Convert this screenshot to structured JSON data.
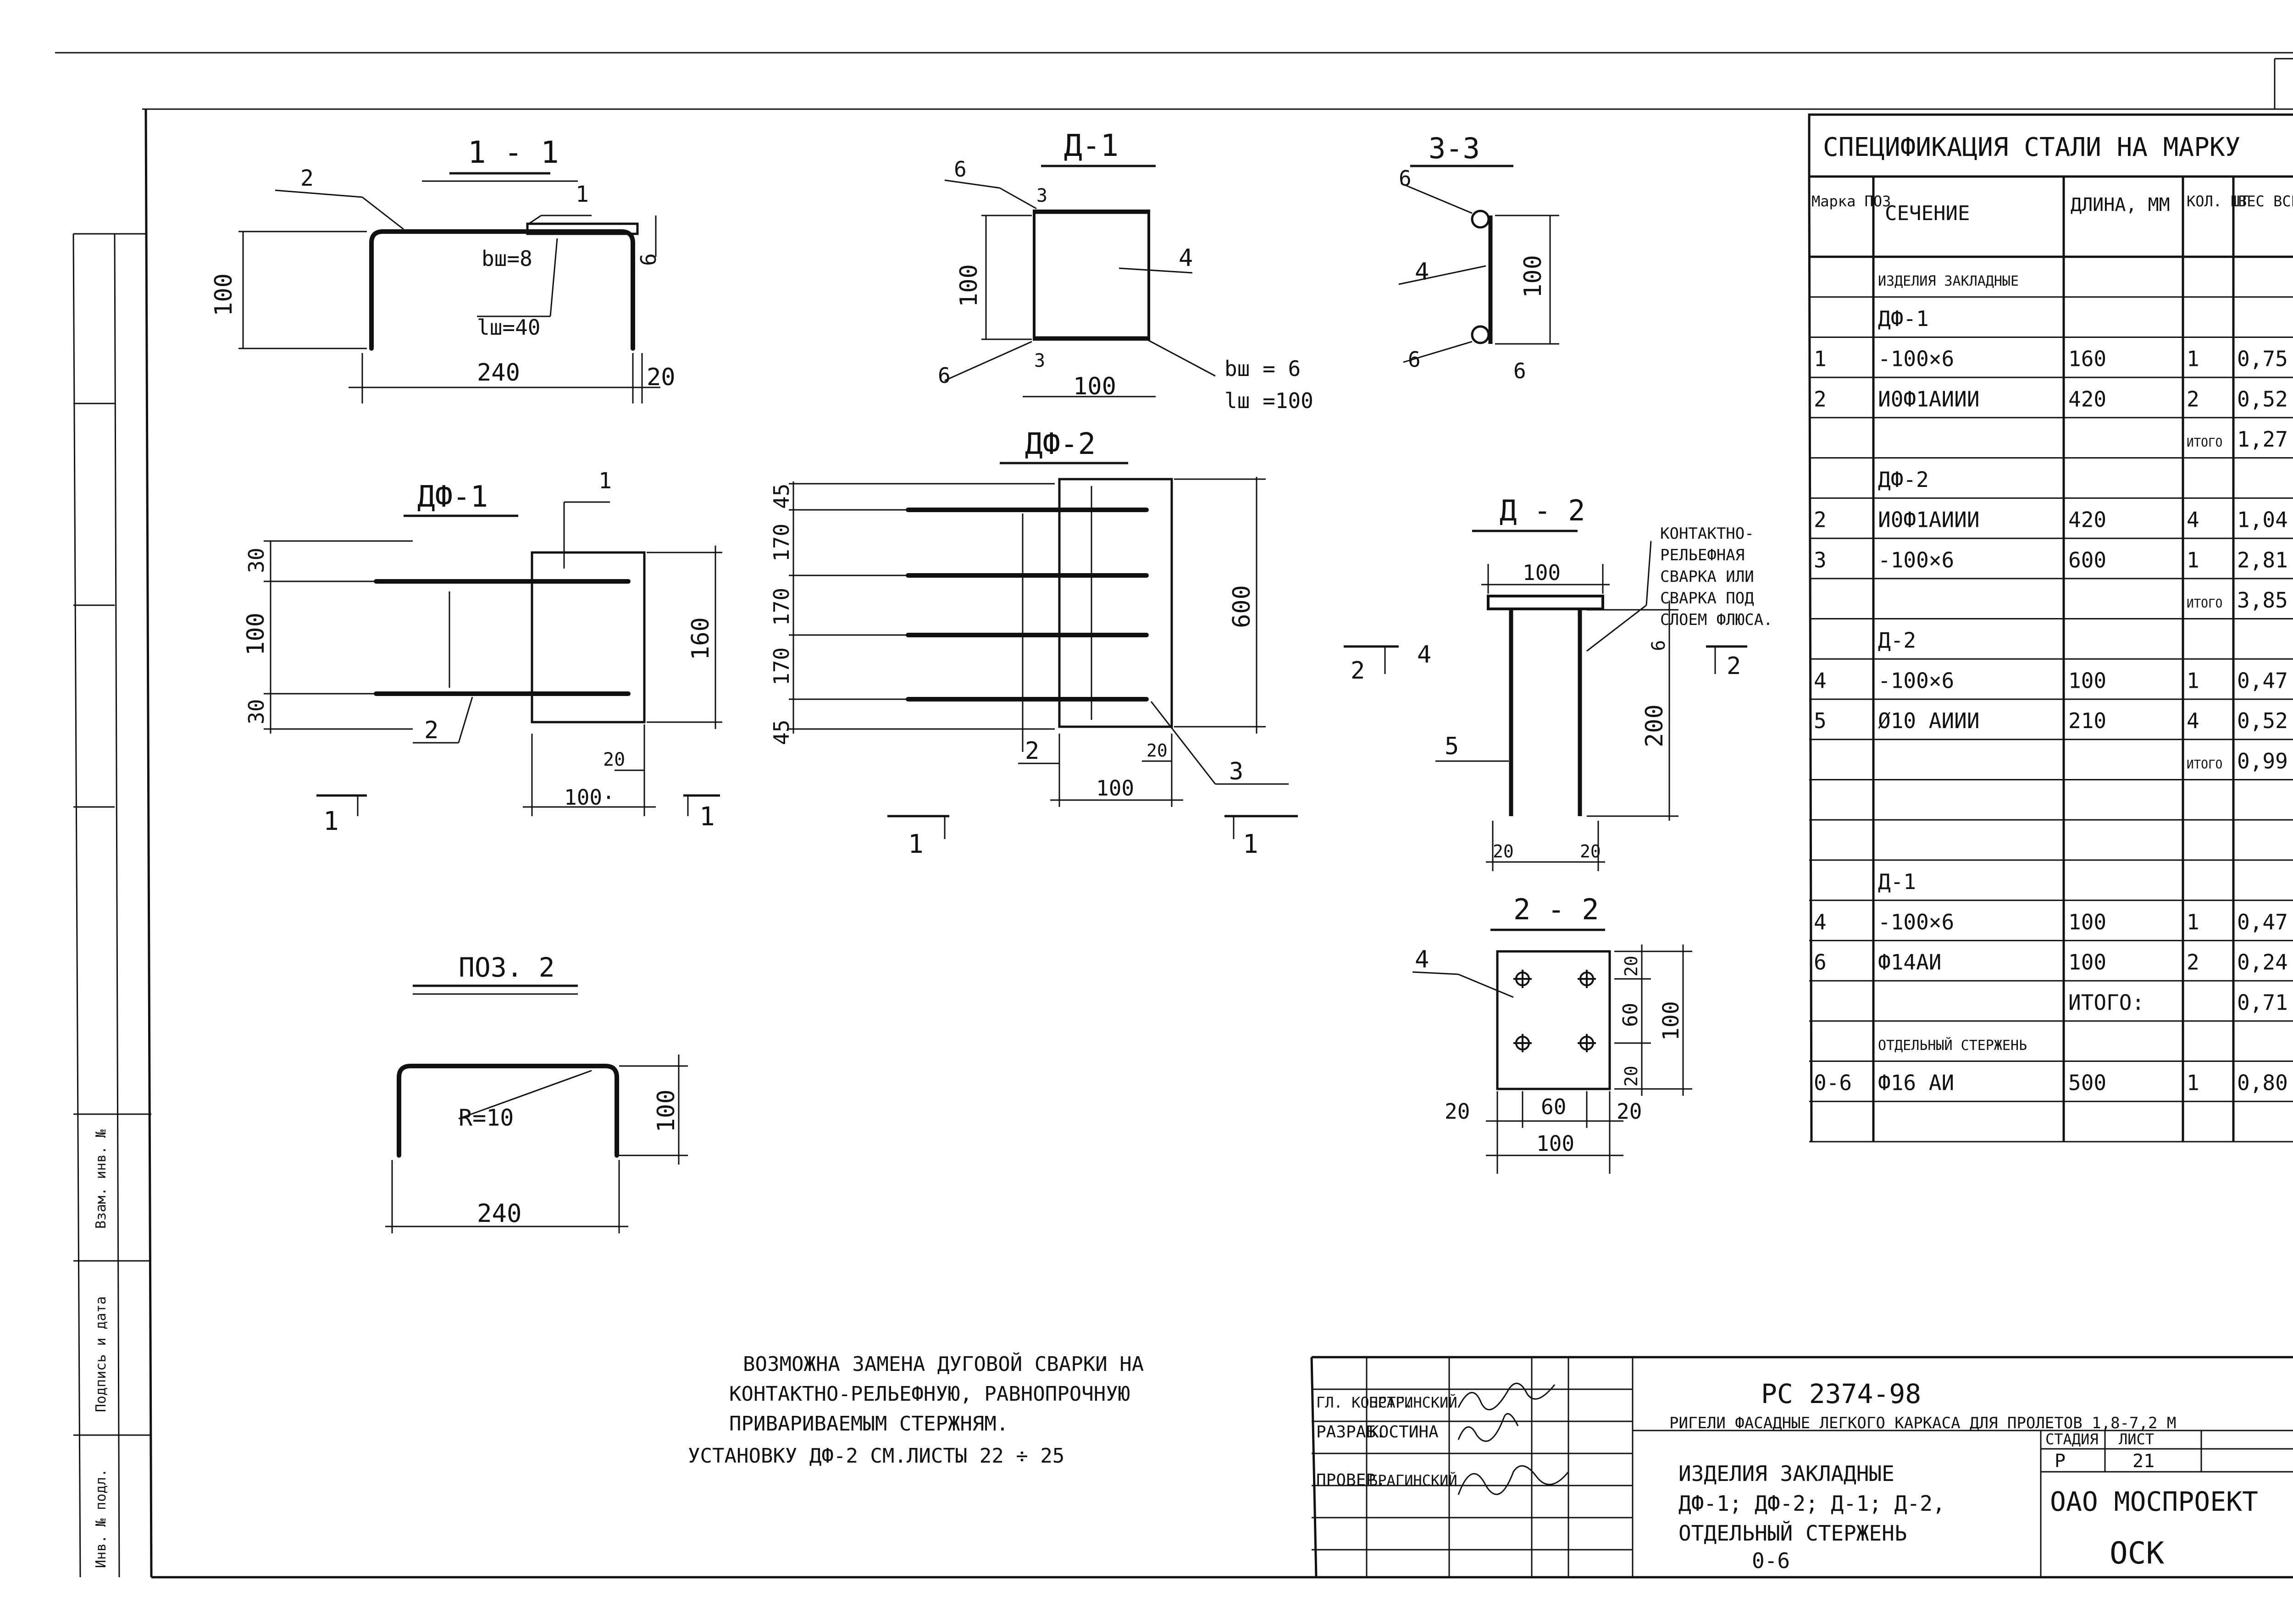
{
  "sections": {
    "s11": {
      "title": "1 - 1",
      "pos_left": "2",
      "pos_right": "1",
      "weld1": "bш=8",
      "weld2": "lш=40",
      "d_height": "100",
      "d_width": "240",
      "d_end": "20",
      "d_small": "6"
    },
    "sd1": {
      "title": "Д-1",
      "pos6a": "6",
      "pos6b": "6",
      "pos3a": "3",
      "pos3b": "3",
      "pos4": "4",
      "d_height": "100",
      "d_width": "100",
      "weld1": "bш = 6",
      "weld2": "lш =100"
    },
    "s33": {
      "title": "3-3",
      "pos6a": "6",
      "pos6b": "6",
      "pos4": "4",
      "d_height": "100",
      "d_gap": "6"
    },
    "df1": {
      "title": "ДФ-1",
      "pos1": "1",
      "pos2": "2",
      "d_top": "30",
      "d_mid": "100",
      "d_bot": "30",
      "d_plate": "160",
      "d_end": "20",
      "d_width": "100·",
      "sec_left": "1",
      "sec_right": "1"
    },
    "df2": {
      "title": "ДФ-2",
      "d45a": "45",
      "d170a": "170",
      "d170b": "170",
      "d170c": "170",
      "d45b": "45",
      "d_plate": "600",
      "d_end": "20",
      "d_width": "100",
      "pos2": "2",
      "pos3": "3",
      "sec_left": "1",
      "sec_right": "1"
    },
    "d2": {
      "title": "Д - 2",
      "d_width": "100",
      "d_height": "200",
      "d_plate": "6",
      "d20a": "20",
      "d20b": "20",
      "pos4": "4",
      "pos5": "5",
      "sec_left": "2",
      "sec_right": "2",
      "note": [
        "КОНТАКТНО-",
        "РЕЛЬЕФНАЯ",
        "СВАРКА ИЛИ",
        "СВАРКА ПОД",
        "СЛОЕМ ФЛЮСА."
      ]
    },
    "s22": {
      "title": "2 - 2",
      "pos4": "4",
      "d20t": "20",
      "d60v": "60",
      "d100v": "100",
      "d20b": "20",
      "d20l": "20",
      "d60h": "60",
      "d20r": "20",
      "d100h": "100"
    },
    "poz2": {
      "title": "ПОЗ. 2",
      "radius": "R=10",
      "d_height": "100",
      "d_width": "240"
    }
  },
  "spec": {
    "title": "СПЕЦИФИКАЦИЯ СТАЛИ НА МАРКУ",
    "headers": [
      "Марка ПОЗ",
      "СЕЧЕНИЕ",
      "ДЛИНА, ММ",
      "КОЛ. ШТ",
      "ВЕС ВСЕХ, КГ"
    ],
    "rows": [
      [
        "",
        "ИЗДЕЛИЯ ЗАКЛАДНЫЕ",
        "",
        "",
        ""
      ],
      [
        "",
        "ДФ-1",
        "",
        "",
        ""
      ],
      [
        "1",
        "-100×6",
        "160",
        "1",
        "0,75"
      ],
      [
        "2",
        "И0Ф1АИИИ",
        "420",
        "2",
        "0,52"
      ],
      [
        "",
        "",
        "",
        "ИТОГО",
        "1,27"
      ],
      [
        "",
        "ДФ-2",
        "",
        "",
        ""
      ],
      [
        "2",
        "И0Ф1АИИИ",
        "420",
        "4",
        "1,04"
      ],
      [
        "3",
        "-100×6",
        "600",
        "1",
        "2,81"
      ],
      [
        "",
        "",
        "",
        "ИТОГО",
        "3,85"
      ],
      [
        "",
        "Д-2",
        "",
        "",
        ""
      ],
      [
        "4",
        "-100×6",
        "100",
        "1",
        "0,47"
      ],
      [
        "5",
        "Ø10 АИИИ",
        "210",
        "4",
        "0,52"
      ],
      [
        "",
        "",
        "",
        "ИТОГО",
        "0,99"
      ],
      [
        "",
        "",
        "",
        "",
        ""
      ],
      [
        "",
        "",
        "",
        "",
        ""
      ],
      [
        "",
        "Д-1",
        "",
        "",
        ""
      ],
      [
        "4",
        "-100×6",
        "100",
        "1",
        "0,47"
      ],
      [
        "6",
        "Ф14АИ",
        "100",
        "2",
        "0,24"
      ],
      [
        "",
        "",
        "ИТОГО:",
        "",
        "0,71"
      ],
      [
        "",
        "ОТДЕЛЬНЫЙ СТЕРЖЕНЬ",
        "",
        "",
        ""
      ],
      [
        "0-6",
        "Ф16 АИ",
        "500",
        "1",
        "0,80"
      ],
      [
        "",
        "",
        "",
        "",
        ""
      ]
    ]
  },
  "notes": {
    "line1": "ВОЗМОЖНА ЗАМЕНА ДУГОВОЙ СВАРКИ НА",
    "line2": "КОНТАКТНО-РЕЛЬЕФНУЮ, РАВНОПРОЧНУЮ",
    "line3": "ПРИВАРИВАЕМЫМ СТЕРЖНЯМ.",
    "line4": "УСТАНОВКУ ДФ-2 СМ.ЛИСТЫ 22 ÷ 25"
  },
  "left_strip": {
    "cell1": "Взам. инв. №",
    "cell2": "Подпись и дата",
    "cell3": "Инв. № подл."
  },
  "title_block": {
    "roles": [
      "ГЛ. КОНСТР.",
      "РАЗРАБ.",
      "ПРОВЕР."
    ],
    "names": [
      "БРАГИНСКИЙ",
      "КОСТИНА",
      "БРАГИНСКИЙ"
    ],
    "doc_code": "РС 2374-98",
    "project": "РИГЕЛИ ФАСАДНЫЕ ЛЕГКОГО КАРКАСА ДЛЯ ПРОЛЕТОВ 1,8-7,2 М",
    "item_line1": "ИЗДЕЛИЯ ЗАКЛАДНЫЕ",
    "item_line2": "ДФ-1; ДФ-2; Д-1; Д-2,",
    "item_line3": "ОТДЕЛЬНЫЙ СТЕРЖЕНЬ",
    "item_code": "0-6",
    "stage_label": "СТАДИЯ",
    "sheet_label": "ЛИСТ",
    "stage_value": "Р",
    "sheet_value": "21",
    "org": "ОАО МОСПРОЕКТ",
    "dept": "ОСК"
  }
}
